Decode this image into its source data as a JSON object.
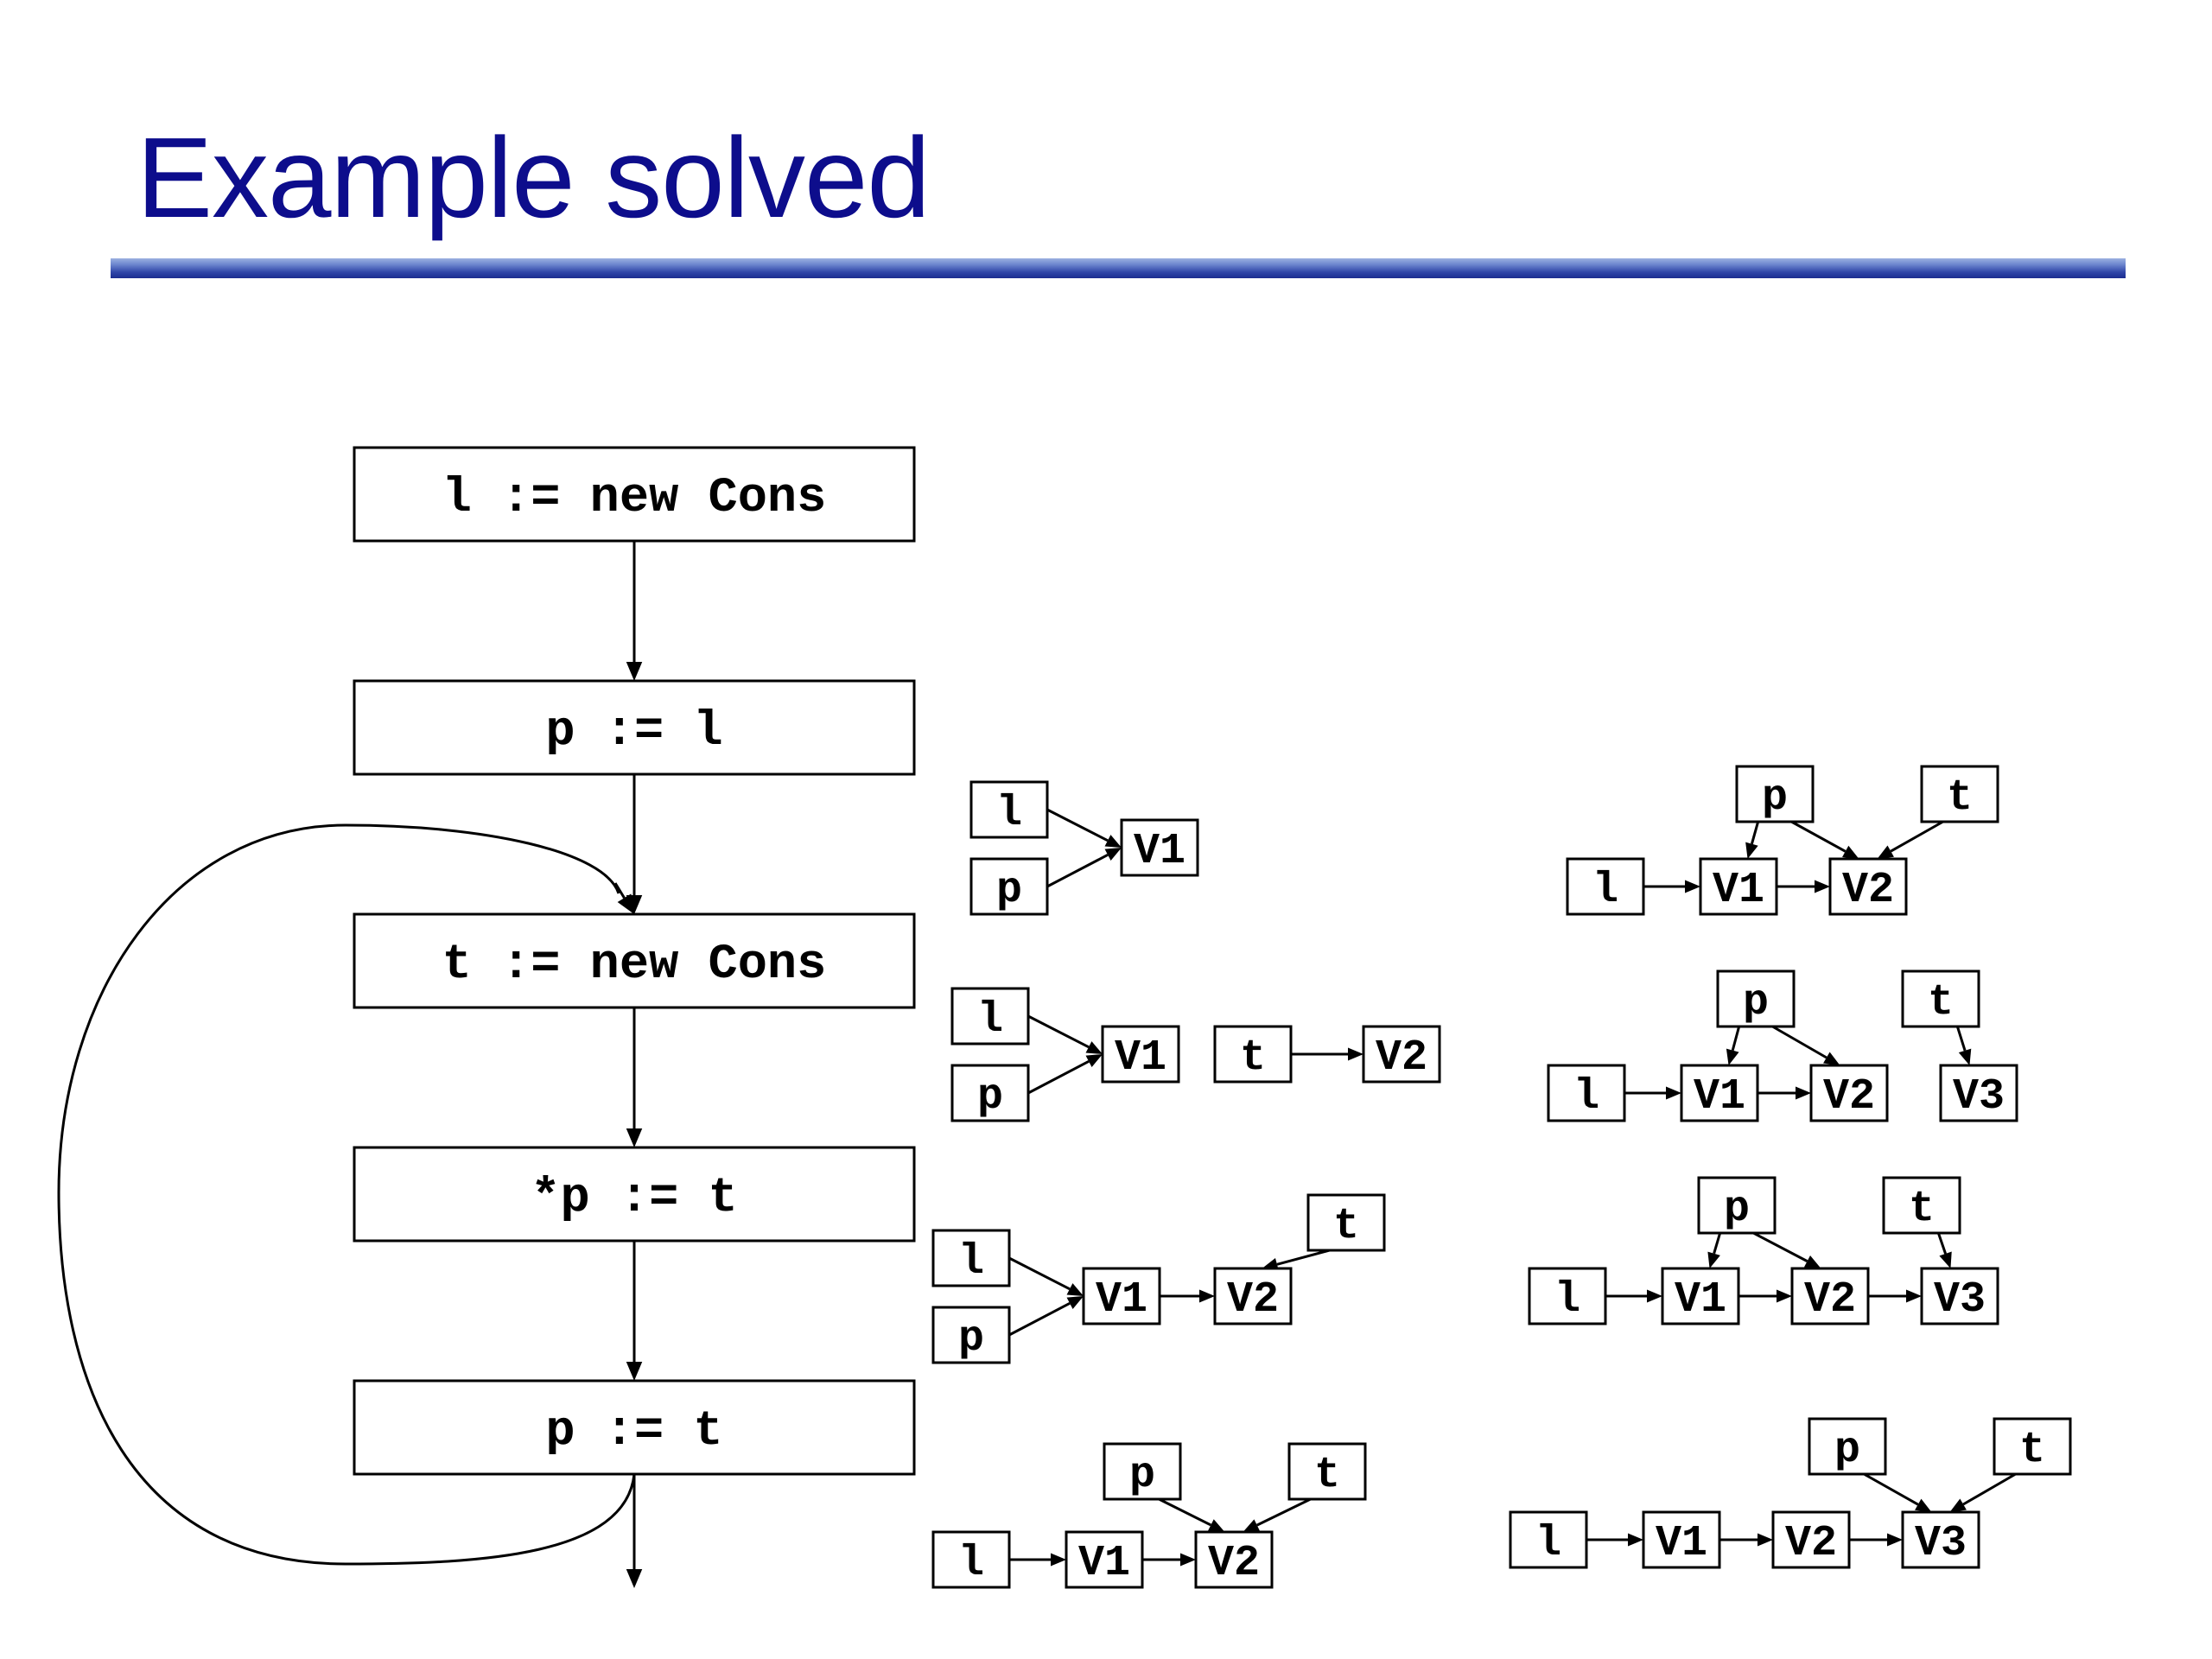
{
  "title": "Example solved",
  "statements": [
    "l := new Cons",
    "p := l",
    "t := new Cons",
    "*p := t",
    "p := t"
  ],
  "graphs": [
    {
      "nodes": [
        "l",
        "p",
        "V1"
      ]
    },
    {
      "nodes": [
        "l",
        "p",
        "V1",
        "t",
        "V2"
      ]
    },
    {
      "nodes": [
        "l",
        "p",
        "V1",
        "V2",
        "t"
      ]
    },
    {
      "nodes": [
        "p",
        "t",
        "l",
        "V1",
        "V2"
      ]
    },
    {
      "nodes": [
        "p",
        "t",
        "l",
        "V1",
        "V2"
      ]
    },
    {
      "nodes": [
        "p",
        "t",
        "l",
        "V1",
        "V2",
        "V3"
      ]
    },
    {
      "nodes": [
        "p",
        "t",
        "l",
        "V1",
        "V2",
        "V3"
      ]
    },
    {
      "nodes": [
        "p",
        "t",
        "l",
        "V1",
        "V2",
        "V3"
      ]
    }
  ]
}
